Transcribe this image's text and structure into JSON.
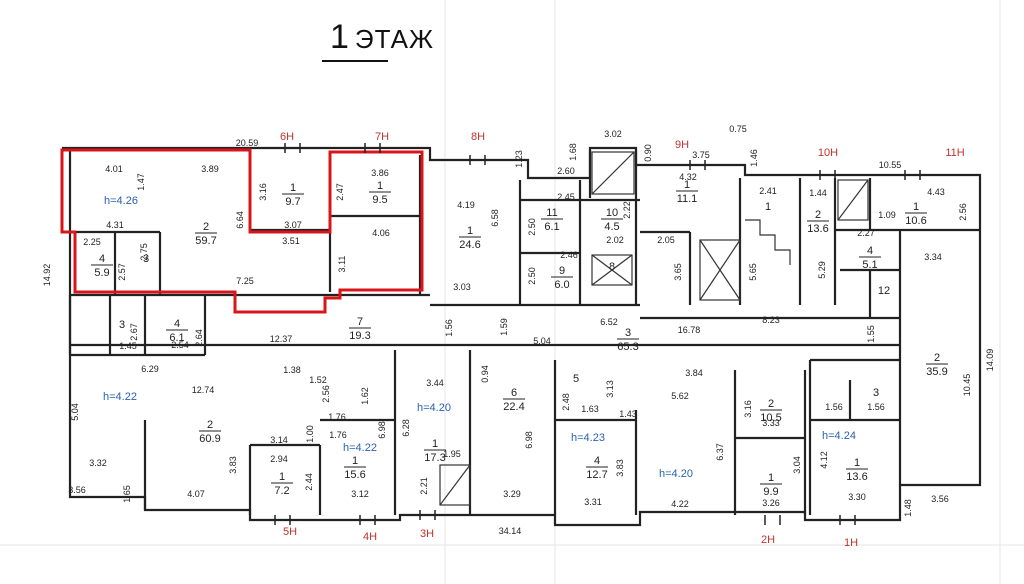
{
  "title": {
    "number": "1",
    "word": "ЭТАЖ"
  },
  "colors": {
    "wall": "#222222",
    "highlight": "#d9141b",
    "section_label": "#c0332c",
    "height_label": "#2a5fb0",
    "dim": "#222222"
  },
  "section_labels": [
    "6Н",
    "7Н",
    "8Н",
    "9Н",
    "10Н",
    "11Н",
    "5Н",
    "4Н",
    "3Н",
    "2Н",
    "1Н"
  ],
  "heights": [
    "h=4.26",
    "h=4.22",
    "h=4.22",
    "h=4.20",
    "h=4.23",
    "h=4.20",
    "h=4.24"
  ],
  "rooms": [
    {
      "n": "1",
      "a": "9.7"
    },
    {
      "n": "1",
      "a": "9.5"
    },
    {
      "n": "2",
      "a": "59.7"
    },
    {
      "n": "4",
      "a": "5.9"
    },
    {
      "n": "3",
      "a": ""
    },
    {
      "n": "1",
      "a": "24.6"
    },
    {
      "n": "11",
      "a": "6.1"
    },
    {
      "n": "10",
      "a": "4.5"
    },
    {
      "n": "9",
      "a": "6.0"
    },
    {
      "n": "8",
      "a": ""
    },
    {
      "n": "1",
      "a": "11.1"
    },
    {
      "n": "1",
      "a": ""
    },
    {
      "n": "2",
      "a": "13.6"
    },
    {
      "n": "1",
      "a": "10.6"
    },
    {
      "n": "4",
      "a": "5.1"
    },
    {
      "n": "12",
      "a": ""
    },
    {
      "n": "4",
      "a": "6.1"
    },
    {
      "n": "3",
      "a": ""
    },
    {
      "n": "7",
      "a": "19.3"
    },
    {
      "n": "3",
      "a": "65.3"
    },
    {
      "n": "2",
      "a": "35.9"
    },
    {
      "n": "2",
      "a": "60.9"
    },
    {
      "n": "1",
      "a": "7.2"
    },
    {
      "n": "1",
      "a": "15.6"
    },
    {
      "n": "1",
      "a": "17.3"
    },
    {
      "n": "6",
      "a": "22.4"
    },
    {
      "n": "5",
      "a": ""
    },
    {
      "n": "4",
      "a": "12.7"
    },
    {
      "n": "2",
      "a": "10.5"
    },
    {
      "n": "1",
      "a": "9.9"
    },
    {
      "n": "3",
      "a": ""
    },
    {
      "n": "1",
      "a": "13.6"
    }
  ],
  "dims": [
    "20.59",
    "4.01",
    "3.89",
    "1.47",
    "3.16",
    "3.07",
    "6.64",
    "4.31",
    "2.25",
    "2.57",
    "2.75",
    "3.51",
    "7.25",
    "14.92",
    "2.47",
    "3.86",
    "4.06",
    "3.11",
    "4.19",
    "6.58",
    "3.02",
    "2.60",
    "2.45",
    "2.50",
    "2.46",
    "2.50",
    "2.22",
    "2.02",
    "0.90",
    "3.75",
    "4.32",
    "0.75",
    "1.46",
    "2.41",
    "1.44",
    "10.55",
    "4.43",
    "2.56",
    "1.09",
    "2.27",
    "3.34",
    "5.65",
    "5.29",
    "3.65",
    "2.05",
    "1.68",
    "1.23",
    "3.03",
    "6.52",
    "1.56",
    "1.59",
    "5.04",
    "16.78",
    "8.23",
    "1.55",
    "12.37",
    "6.29",
    "1.45",
    "2.54",
    "2.64",
    "2.67",
    "12.74",
    "5.04",
    "3.32",
    "3.56",
    "1.65",
    "4.07",
    "3.83",
    "3.14",
    "2.94",
    "2.44",
    "1.76",
    "1.00",
    "1.76",
    "1.62",
    "6.98",
    "2.56",
    "3.44",
    "6.28",
    "1.95",
    "3.12",
    "3.29",
    "6.98",
    "3.13",
    "1.63",
    "2.48",
    "1.43",
    "3.83",
    "3.31",
    "5.62",
    "3.84",
    "6.37",
    "4.22",
    "3.16",
    "3.33",
    "3.04",
    "3.26",
    "1.56",
    "1.56",
    "4.12",
    "3.30",
    "1.48",
    "3.56",
    "10.45",
    "14.09",
    "34.14",
    "2.21",
    "0.94",
    "1.38",
    "1.52"
  ]
}
